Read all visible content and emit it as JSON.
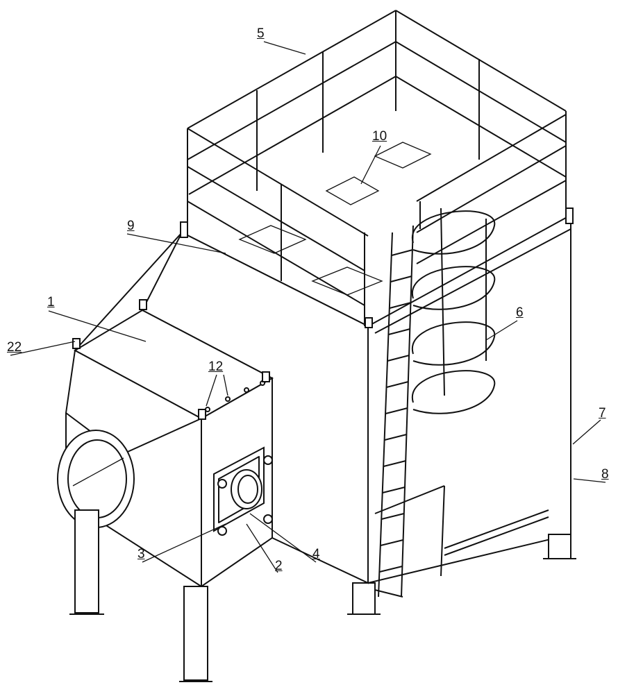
{
  "labels": {
    "l1": "1",
    "l2": "2",
    "l3": "3",
    "l4": "4",
    "l5": "5",
    "l6": "6",
    "l7": "7",
    "l8": "8",
    "l9": "9",
    "l10": "10",
    "l12": "12",
    "l22": "22"
  }
}
